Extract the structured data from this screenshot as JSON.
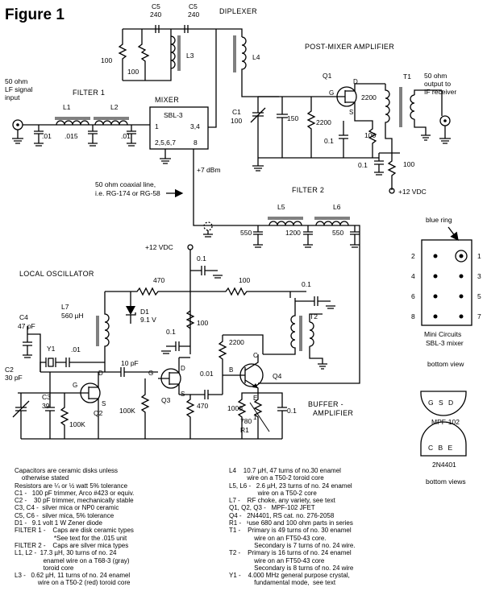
{
  "figure_title": "Figure 1",
  "sections": {
    "diplexer": "DIPLEXER",
    "post_mixer": "POST-MIXER AMPLIFIER",
    "filter1": "FILTER 1",
    "filter2": "FILTER 2",
    "mixer": "MIXER",
    "local_osc": "LOCAL OSCILLATOR",
    "buffer1": "BUFFER -",
    "buffer2": "AMPLIFIER"
  },
  "io": {
    "input1": "50 ohm",
    "input2": "LF signal",
    "input3": "input",
    "output1": "50 ohm",
    "output2": "output to",
    "output3": "IF receiver",
    "coax1": "50 ohm coaxial line,",
    "coax2": "i.e. RG-174 or RG-58",
    "level": "+7 dBm",
    "vdc_top": "+12 VDC",
    "vdc_right": "+12 VDC"
  },
  "mixer_block": {
    "name": "SBL-3",
    "p1": "1",
    "p34": "3,4",
    "p2567": "2,5,6,7",
    "p8": "8"
  },
  "labels": {
    "c5a": "C5",
    "c5a_v": "240",
    "c5b": "C5",
    "c5b_v": "240",
    "r100a": "100",
    "r100b": "100",
    "l3": "L3",
    "l4": "L4",
    "c1": "C1",
    "c1_v": "100",
    "c150": "150",
    "r2200a": "2200",
    "r2200b": "2200",
    "q1": "Q1",
    "g1": "G",
    "d1": "D",
    "s1": "S",
    "t1": "T1",
    "c01a": "0.1",
    "r100c": "100",
    "c01b": "0.1",
    "r100d": "100",
    "l1": "L1",
    "l2": "L2",
    "c01_1": ".01",
    "c015": ".015",
    "c01_2": ".01",
    "f1pin": "1",
    "l5": "L5",
    "l6": "L6",
    "c550a": "550",
    "c1200": "1200",
    "c550b": "550",
    "c01c": "0.1",
    "r470a": "470",
    "r100e": "100",
    "c01d": "0.1",
    "l7": "L7",
    "l7_v": "560 µH",
    "d1z": "D1",
    "d1z_v": "9.1 V",
    "c01e": "0.1",
    "r100f": "100",
    "t2": "T2",
    "c4": "C4",
    "c4_v": "47 pF",
    "y1": "Y1",
    "c01f": ".01",
    "c2": "C2",
    "c2_v": "30 pF",
    "c3": "C3",
    "c3_v": "39",
    "r100k_a": "100K",
    "g2": "G",
    "d2": "D",
    "s2": "S",
    "q2": "Q2",
    "c10pf": "10 pF",
    "g3": "G",
    "d3": "D",
    "s3": "S",
    "q3": "Q3",
    "r100k_b": "100K",
    "r470b": "470",
    "r2200c": "2200",
    "c001": "0.01",
    "b4": "B",
    "c4pin": "C",
    "e4": "E",
    "q4": "Q4",
    "r1000": "1000",
    "r780": "780",
    "r780_sup": "1",
    "r1": "R1",
    "c01g": "0.1"
  },
  "pinout": {
    "blue_ring": "blue ring",
    "left_pins": [
      "2",
      "4",
      "6",
      "8"
    ],
    "right_pins": [
      "1",
      "3",
      "5",
      "7"
    ],
    "caption1": "Mini Circuits",
    "caption2": "SBL-3 mixer",
    "caption3": "bottom view",
    "jfet_pins": "G S D",
    "jfet_name": "MPF-102",
    "bjt_pins": "C B E",
    "bjt_name": "2N4401",
    "views": "bottom views"
  },
  "notes_left": [
    "Capacitors are ceramic disks unless",
    "    otherwise stated",
    "Resistors are ¼ or ½ watt 5% tolerance",
    "C1 -   100 pF trimmer, Arco #423 or equiv.",
    "C2 -    30 pF trimmer, mechanically stable",
    "C3, C4 -  silver mica or NP0 ceramic",
    "C5, C6 -  silver mica, 5% tolerance",
    "D1 -   9.1 volt 1 W Zener diode",
    "FILTER 1 -    Caps are disk ceramic types",
    "                      *See text for the .015 unit",
    "FILTER 2 -    Caps are silver mica types",
    "L1, L2 -  17.3 µH, 30 turns of no. 24",
    "                enamel wire on a T68-3 (gray)",
    "                toroid core",
    "L3 -   0.62 µH, 11 turns of no. 24 enamel",
    "             wire on a T50-2 (red) toroid core"
  ],
  "notes_right": [
    "L4    10.7 µH, 47 turns of no.30 enamel",
    "          wire on a T50-2 toroid core",
    "L5, L6 -   2.6 µH, 23 turns of no. 24 enamel",
    "                wire on a T50-2 core",
    "L7 -    RF choke, any variety, see text",
    "Q1, Q2, Q3 -   MPF-102 JFET",
    "Q4 -   2N4401, RS cat. no. 276-2058",
    "R1 -   ¹use 680 and 100 ohm parts in series",
    "T1 -    Primary is 49 turns of no. 30 enamel",
    "              wire on an FT50-43 core.",
    "              Secondary is 7 turns of no. 24 wire.",
    "T2 -    Primary is 16 turns of no. 24 enamel",
    "              wire on an FT50-43 core",
    "              Secondary is 8 turns of no. 24 wire",
    "Y1 -    4.000 MHz general purpose crystal,",
    "              fundamental mode,  see text"
  ]
}
